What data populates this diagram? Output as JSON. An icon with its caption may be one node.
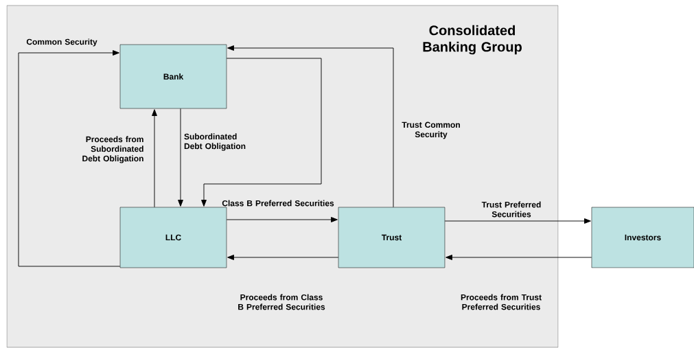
{
  "diagram": {
    "nodes": [
      {
        "text": [
          "Consolidated Banking Group"
        ]
      },
      {
        "text": [
          "Bank"
        ],
        "in": 0
      },
      {
        "text": [
          "LLC"
        ],
        "in": 0
      },
      {
        "text": [
          "Trust"
        ],
        "in": 0
      },
      {
        "text": [
          "Investors"
        ]
      }
    ],
    "edges": [
      {
        "from": 2,
        "to": 1,
        "arrow": "to",
        "label": "Proceeds from Subordinated Debt Obligation"
      },
      {
        "from": 1,
        "to": 2,
        "arrow": "to",
        "label": "Subordinated Debt Obligation"
      },
      {
        "from": 2,
        "to": 1,
        "arrow": "to",
        "label": "Common Security"
      },
      {
        "from": 1,
        "to": 2,
        "arrow": "to"
      },
      {
        "from": 3,
        "to": 1,
        "arrow": "to",
        "label": "Trust Common Security"
      },
      {
        "from": 2,
        "to": 3,
        "arrow": "to",
        "label": "Class B Preferred Securities"
      },
      {
        "from": 3,
        "to": 2,
        "arrow": "to",
        "label": "Proceeds from Class B Preferred Securities"
      },
      {
        "from": 3,
        "to": 4,
        "arrow": "to",
        "label": "Trust Preferred Securities"
      },
      {
        "from": 4,
        "to": 3,
        "arrow": "to",
        "label": "Proceeds from Trust Preferred Securities"
      }
    ]
  }
}
